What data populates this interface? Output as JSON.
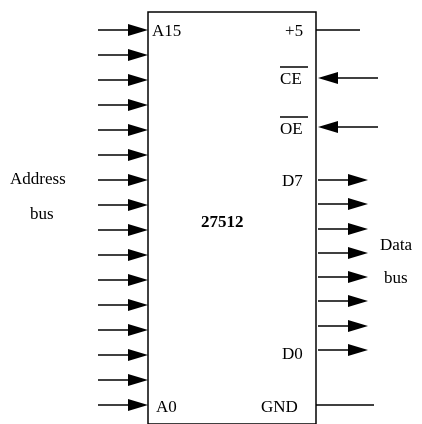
{
  "chip": {
    "name": "27512",
    "pins_top_left": "A15",
    "pins_bottom_left": "A0",
    "power_label": "+5",
    "ce_label": "CE",
    "oe_label": "OE",
    "d7_label": "D7",
    "d0_label": "D0",
    "gnd_label": "GND"
  },
  "address_bus": {
    "line1": "Address",
    "line2": "bus",
    "input_count": 16
  },
  "data_bus": {
    "line1": "Data",
    "line2": "bus",
    "output_count": 8
  }
}
